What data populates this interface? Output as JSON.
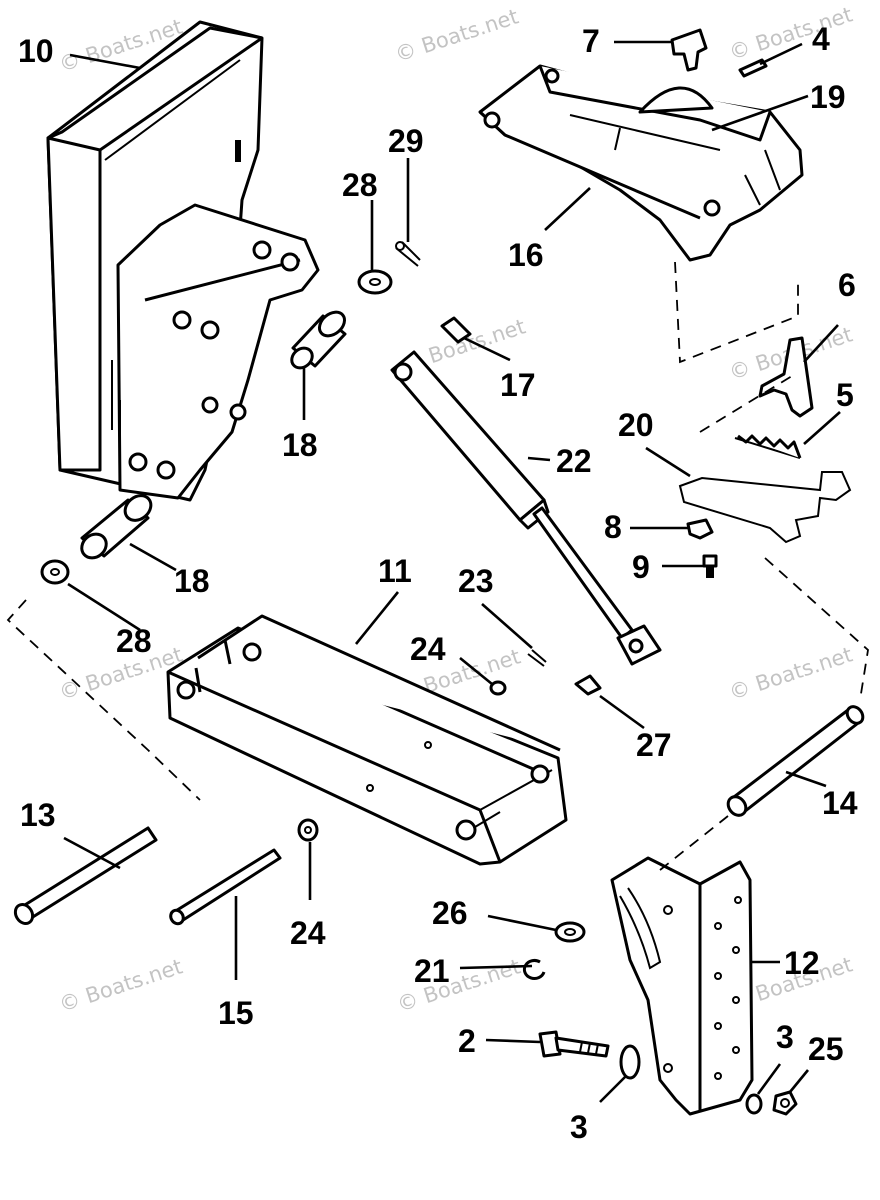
{
  "watermark": "© Boats.net",
  "callouts": {
    "c2": "2",
    "c3a": "3",
    "c3b": "3",
    "c4": "4",
    "c5": "5",
    "c6": "6",
    "c7": "7",
    "c8": "8",
    "c9": "9",
    "c10": "10",
    "c11": "11",
    "c12": "12",
    "c13": "13",
    "c14": "14",
    "c15": "15",
    "c16": "16",
    "c17": "17",
    "c18a": "18",
    "c18b": "18",
    "c19": "19",
    "c20": "20",
    "c21": "21",
    "c22": "22",
    "c23": "23",
    "c24a": "24",
    "c24b": "24",
    "c25": "25",
    "c26": "26",
    "c27": "27",
    "c28a": "28",
    "c28b": "28",
    "c29": "29"
  }
}
